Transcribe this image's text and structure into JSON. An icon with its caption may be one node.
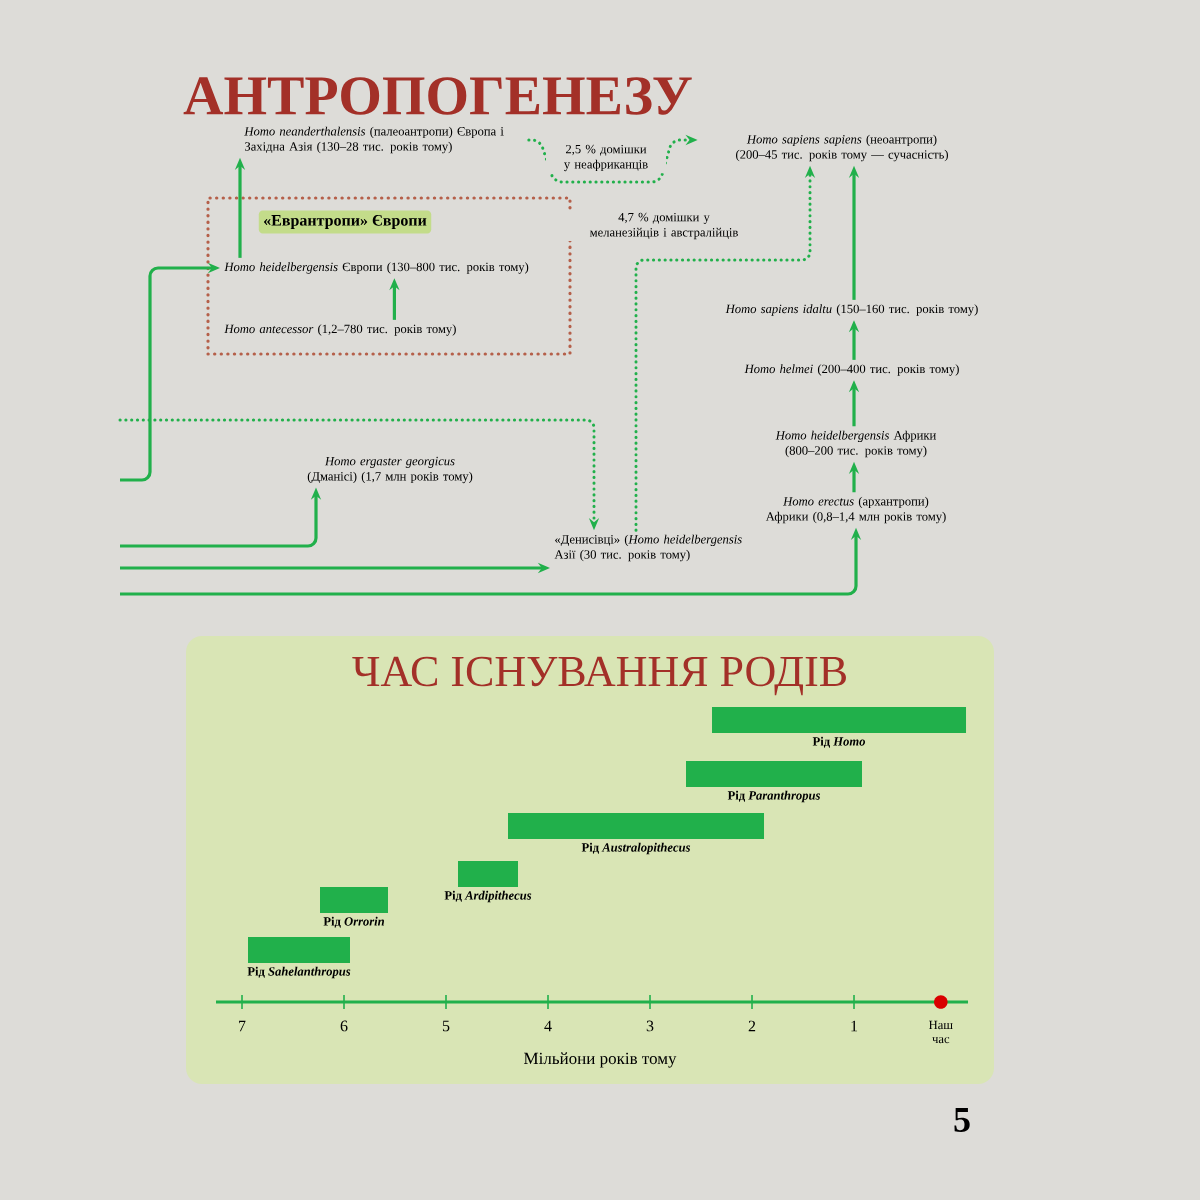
{
  "diagram": {
    "title": "АНТРОПОГЕНЕЗУ",
    "nodes": [
      {
        "text": [
          "*Homo neanderthalensis* (палеоантропи) Європа і Західна Азія (130–28 тис. років тому)"
        ]
      },
      {
        "text": [
          "«Еврантропи» Європи"
        ]
      },
      {
        "text": [
          "*Homo heidelbergensis* Європи (130–800 тис. років тому)"
        ],
        "in": 1
      },
      {
        "text": [
          "*Homo antecessor* (1,2–780 тис. років тому)"
        ],
        "in": 1
      },
      {
        "text": [
          "*Homo sapiens sapiens* (неоантропи) (200–45 тис. років тому — сучасність)"
        ]
      },
      {
        "text": [
          "*Homo sapiens idaltu* (150–160 тис. років тому)"
        ]
      },
      {
        "text": [
          "*Homo helmei* (200–400 тис. років тому)"
        ]
      },
      {
        "text": [
          "*Homo heidelbergensis* Африки (800–200 тис. років тому)"
        ]
      },
      {
        "text": [
          "*Homo erectus* (архантропи) Африки (0,8–1,4 млн років тому)"
        ]
      },
      {
        "text": [
          "*Homo ergaster georgicus* (Дманісі) (1,7 млн років тому)"
        ]
      },
      {
        "text": [
          "«Денисівці» (*Homo heidelbergensis* Азії (30 тис. років тому)"
        ]
      },
      {
        "text": [
          "ЧАС ІСНУВАННЯ РОДІВ"
        ]
      },
      {
        "text": [],
        "shape": "bar",
        "in": 11,
        "beside": [
          "Рід *Homo*"
        ]
      },
      {
        "text": [],
        "shape": "bar",
        "in": 11,
        "beside": [
          "Рід *Paranthropus*"
        ]
      },
      {
        "text": [],
        "shape": "bar",
        "in": 11,
        "beside": [
          "Рід *Australopithecus*"
        ]
      },
      {
        "text": [],
        "shape": "bar",
        "in": 11,
        "beside": [
          "Рід *Ardipithecus*"
        ]
      },
      {
        "text": [],
        "shape": "bar",
        "in": 11,
        "beside": [
          "Рід *Orrorin*"
        ]
      },
      {
        "text": [],
        "shape": "bar",
        "in": 11,
        "beside": [
          "Рід *Sahelanthropus*"
        ]
      }
    ],
    "edges": [
      {
        "from": 3,
        "to": 2,
        "arrow": "to"
      },
      {
        "from": 2,
        "to": 0,
        "arrow": "to"
      },
      {
        "from": null,
        "to": 2,
        "arrow": "to"
      },
      {
        "from": 0,
        "to": 4,
        "arrow": "to",
        "style": "dashed",
        "label": "2,5 % домішки у неафриканців"
      },
      {
        "from": 10,
        "to": 4,
        "arrow": "to",
        "style": "dashed",
        "label": "4,7 % домішки у меланезійців і австралійців"
      },
      {
        "from": 5,
        "to": 4,
        "arrow": "to"
      },
      {
        "from": 6,
        "to": 5,
        "arrow": "to"
      },
      {
        "from": 7,
        "to": 6,
        "arrow": "to"
      },
      {
        "from": 8,
        "to": 7,
        "arrow": "to"
      },
      {
        "from": null,
        "to": 9,
        "arrow": "to"
      },
      {
        "from": null,
        "to": 10,
        "arrow": "to"
      },
      {
        "from": null,
        "to": 8,
        "arrow": "to"
      },
      {
        "from": null,
        "to": 10,
        "arrow": "to",
        "style": "dashed"
      }
    ],
    "labels": [
      "7",
      "6",
      "5",
      "4",
      "3",
      "2",
      "1",
      "Наш час",
      "Мільйони років тому",
      "5"
    ]
  }
}
